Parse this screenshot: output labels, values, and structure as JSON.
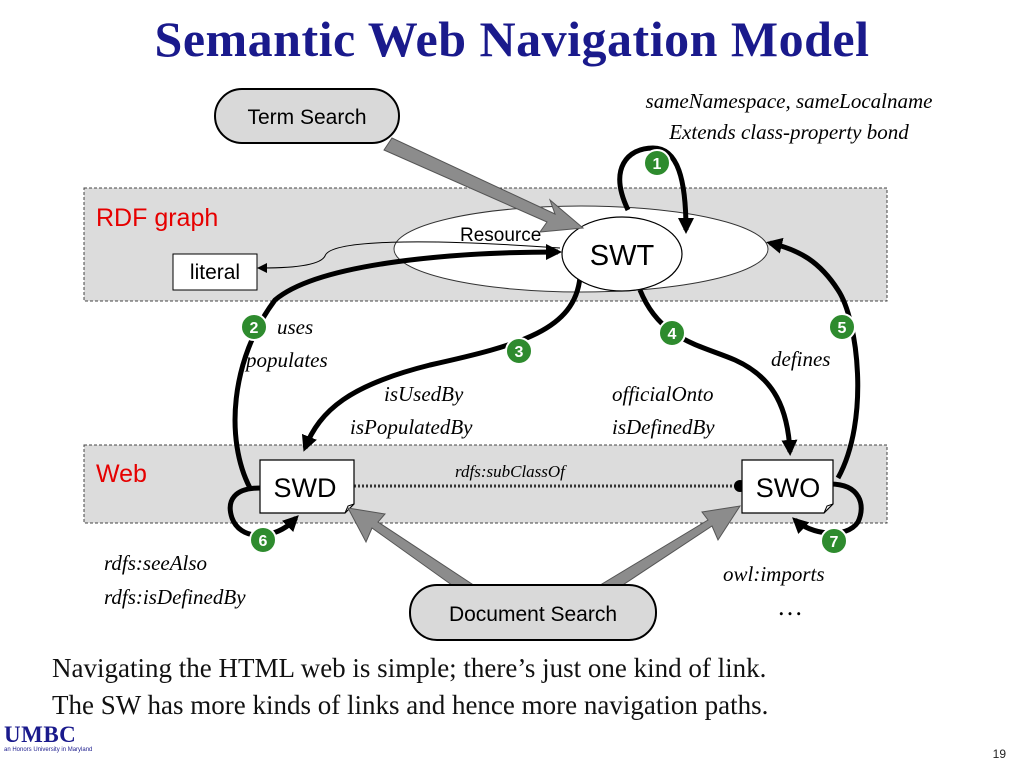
{
  "slide": {
    "title": "Semantic Web Navigation Model",
    "page_number": "19"
  },
  "regions": {
    "rdf_graph": "RDF graph",
    "web": "Web"
  },
  "nodes": {
    "term_search": "Term Search",
    "document_search": "Document Search",
    "resource": "Resource",
    "swt": "SWT",
    "literal": "literal",
    "swd": "SWD",
    "swo": "SWO"
  },
  "annotations": {
    "top_line1": "sameNamespace, sameLocalname",
    "top_line2": "Extends class-property bond",
    "uses": "uses",
    "populates": "populates",
    "is_used_by": "isUsedBy",
    "is_populated_by": "isPopulatedBy",
    "official_onto": "officialOnto",
    "is_defined_by": "isDefinedBy",
    "defines": "defines",
    "subclass_of": "rdfs:subClassOf",
    "see_also": "rdfs:seeAlso",
    "rdfs_is_defined_by": "rdfs:isDefinedBy",
    "owl_imports": "owl:imports",
    "ellipsis": "…"
  },
  "badges": [
    "1",
    "2",
    "3",
    "4",
    "5",
    "6",
    "7"
  ],
  "footer": {
    "line1": "Navigating the HTML web is simple; there’s just one kind of link.",
    "line2": "The SW has more kinds of links and hence more navigation paths."
  },
  "logo": {
    "name": "UMBC",
    "tagline": "an Honors University in Maryland"
  },
  "colors": {
    "title": "#1a1a8c",
    "region_label": "#e60000",
    "badge": "#2e8b2e",
    "region_fill": "#dcdcdc",
    "search_fill": "#d9d9d9",
    "arrow_gray": "#8c8c8c"
  }
}
